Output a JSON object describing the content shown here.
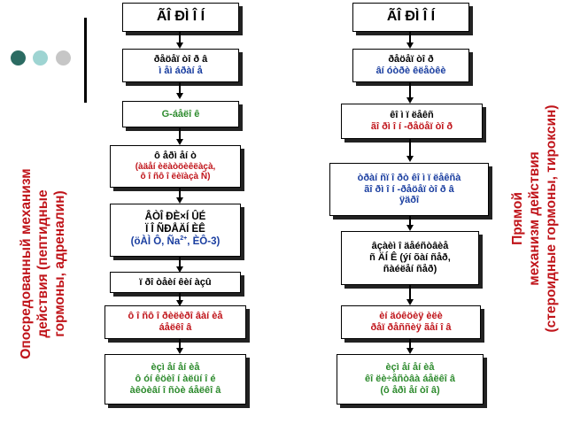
{
  "left_side_label": [
    "Опосредованный механизм",
    "действия (пептидные",
    "гормоны, адреналин)"
  ],
  "right_side_label": [
    "Прямой",
    "механизм действия",
    "(стероидные гормоны, тироксин)"
  ],
  "colors": {
    "red": "#c0141a",
    "green": "#2e8b2e",
    "blue": "#1a3ea0",
    "dot_dark": "#2b6b62",
    "dot_mid": "#9ed4d2",
    "dot_light": "#c6c6c6"
  },
  "left_column": {
    "header": "ÃÎ ÐÌ Î Í",
    "box1": [
      "ðåöåï òî ð â",
      "ì åì áðàí å"
    ],
    "box2": "G-áåëî ê",
    "box3": [
      "ô åðì åí ò",
      "(àäåí èëàòöèêëàçà,",
      "ô î ñô î ëèïàçà Ñ)"
    ],
    "box4": [
      "ÂÒÎ ÐÈ×Í ÛÉ",
      "Ï Î ÑÐÅÄÍ ÈÊ",
      "(öÀÌ Ô, Ña",
      "2+",
      ", ÈÔ-3)"
    ],
    "box5": "ï ðî òåèí êèí àçû",
    "box6": [
      "ô î ñô î ðèëèðî âàí èå",
      "áåëêî â"
    ],
    "box7": [
      "èçì åí åí èå",
      "ô óí êöèî í àëüí î é",
      "àêòèâí î ñòè áåëêî â"
    ]
  },
  "right_column": {
    "header": "ÃÎ ÐÌ Î Í",
    "box1": [
      "ðåöåï òî ð",
      "âí óòðè êëåòêè"
    ],
    "box2": [
      "êî ì ï ëåêñ",
      "ãî ðì î í -ðåöåï òî ð"
    ],
    "box3": [
      "òðàí ñï î ðò êî ì ï ëåêñà",
      "ãî ðì î í -ðåöåï òî ð â",
      "ÿäðî"
    ],
    "box4": [
      "âçàèì î äåéñòâèå",
      "ñ ÄÍ Ê (ýí õàí ñåð,",
      "ñàéëåí ñåð)"
    ],
    "box5": [
      "èí äóêöèÿ èëè",
      "ðåï ðåññèÿ ãåí î â"
    ],
    "box6": [
      "èçì åí åí èå",
      "êî ëè÷åñòâà áåëêî â",
      "(ô åðì åí òî â)"
    ]
  }
}
